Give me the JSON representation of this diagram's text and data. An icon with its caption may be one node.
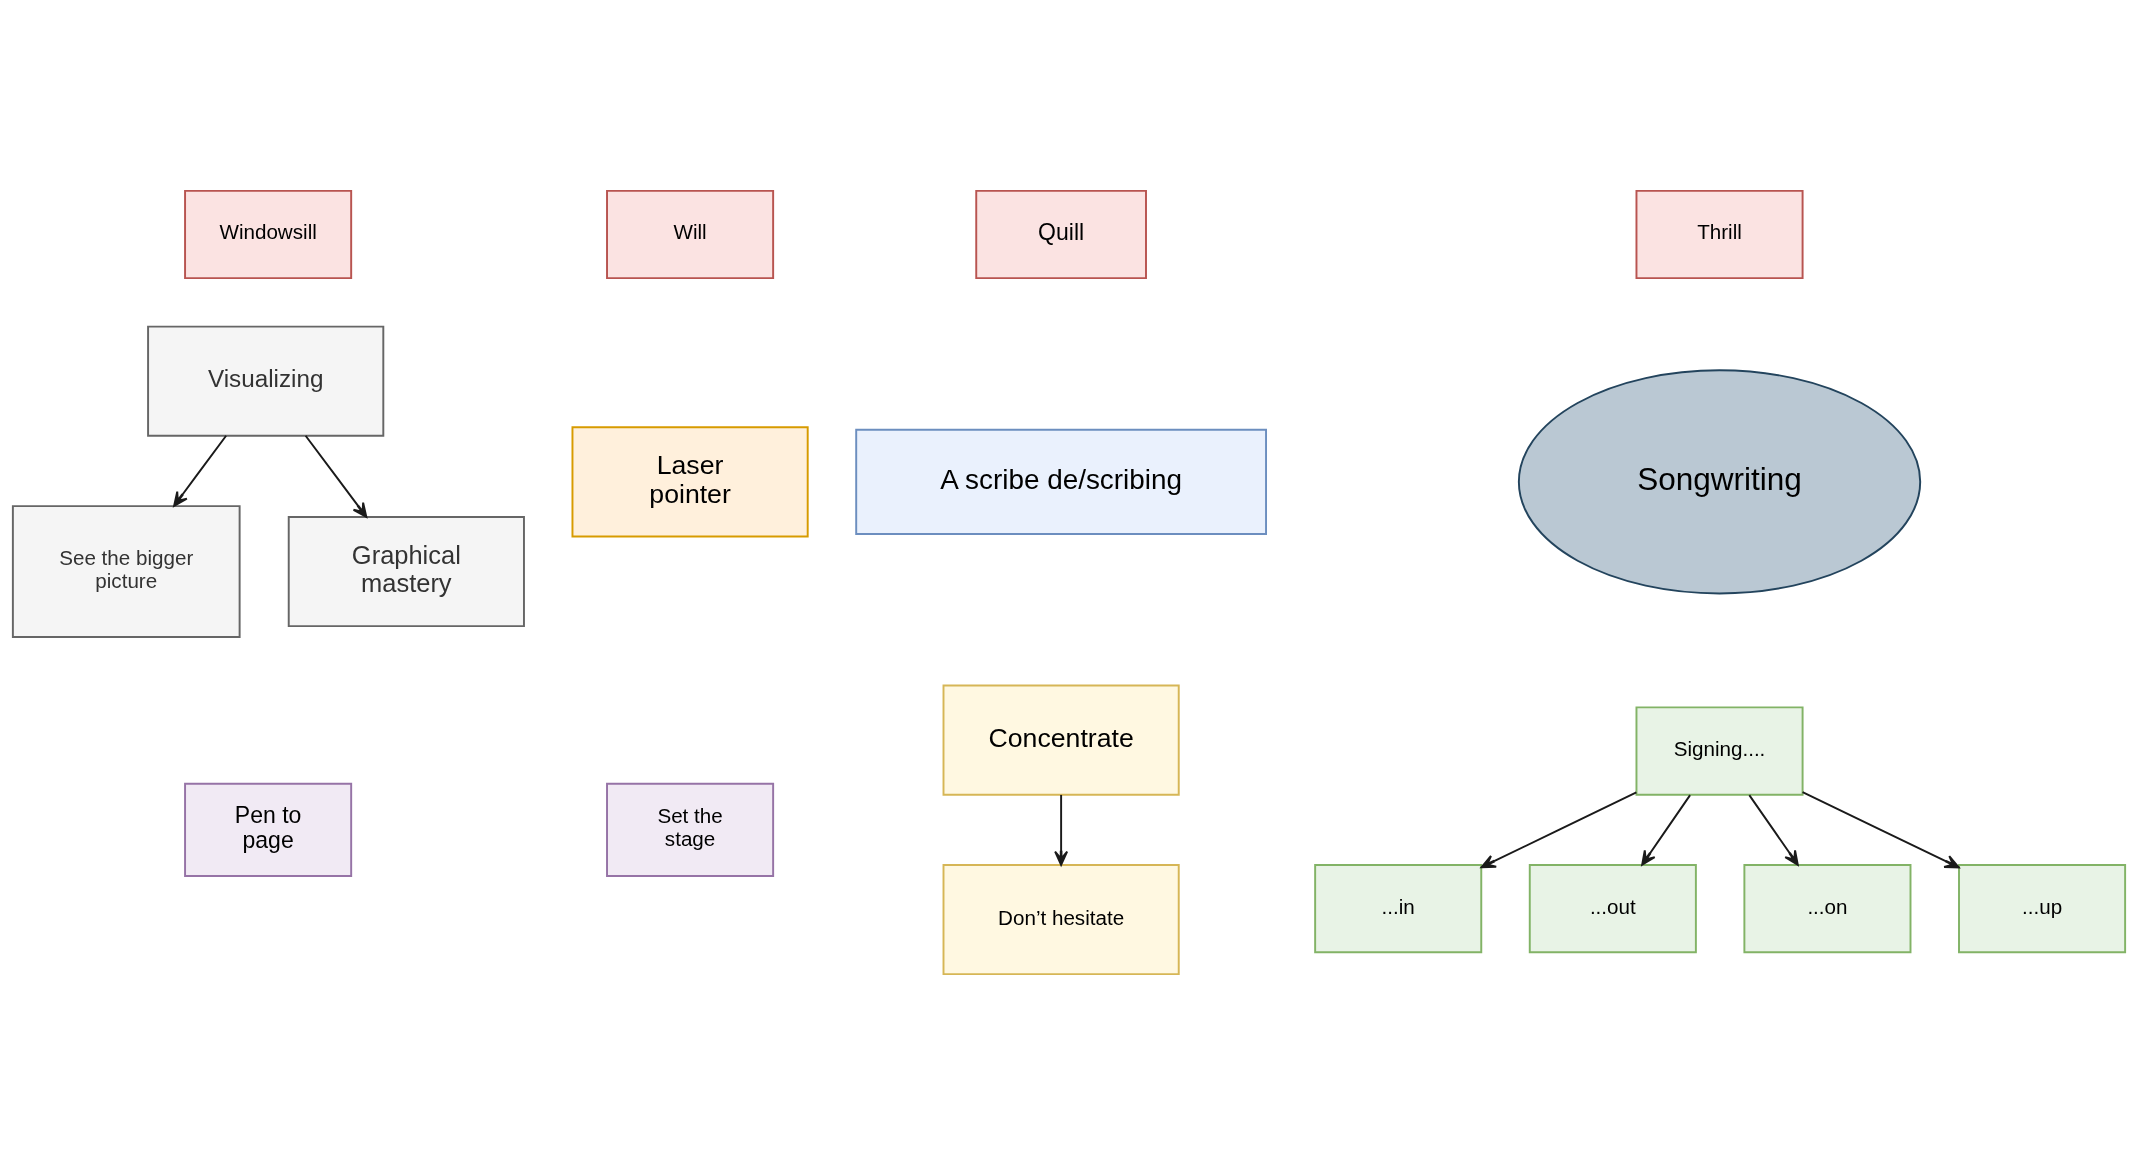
{
  "diagram": {
    "nodes": [
      {
        "text": [
          "Windowsill"
        ]
      },
      {
        "text": [
          "Will"
        ]
      },
      {
        "text": [
          "Quill"
        ]
      },
      {
        "text": [
          "Thrill"
        ]
      },
      {
        "text": [
          "See the bigger picture"
        ]
      },
      {
        "text": [
          "Laser pointer"
        ]
      },
      {
        "text": [
          "A scribe de/scribing"
        ]
      },
      {
        "text": [
          "Visualizing"
        ]
      },
      {
        "text": [
          "Songwriting"
        ]
      },
      {
        "text": [
          "Pen to page"
        ]
      },
      {
        "text": [
          "Set the stage"
        ]
      },
      {
        "text": [
          "Graphical mastery"
        ]
      },
      {
        "text": [
          "Concentrate"
        ]
      },
      {
        "text": [
          "Signing...."
        ]
      },
      {
        "text": [
          "Don’t hesitate"
        ]
      },
      {
        "text": [
          "...in"
        ]
      },
      {
        "text": [
          "...out"
        ]
      },
      {
        "text": [
          "...on"
        ]
      },
      {
        "text": [
          "...up"
        ]
      }
    ],
    "edges": [
      {
        "from": 7,
        "to": 4,
        "arrow": "to"
      },
      {
        "from": 7,
        "to": 11,
        "arrow": "to"
      },
      {
        "from": 12,
        "to": 14,
        "arrow": "to"
      },
      {
        "from": 13,
        "to": 15,
        "arrow": "to"
      },
      {
        "from": 13,
        "to": 16,
        "arrow": "to"
      },
      {
        "from": 13,
        "to": 17,
        "arrow": "to"
      },
      {
        "from": 13,
        "to": 18,
        "arrow": "to"
      }
    ]
  }
}
